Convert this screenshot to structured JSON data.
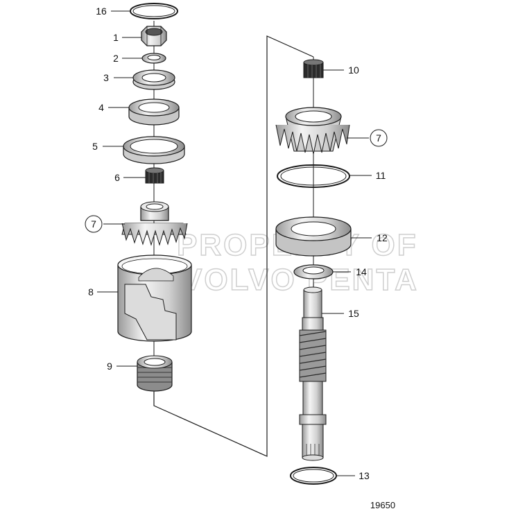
{
  "diagram": {
    "figure_id": "19650",
    "watermark": [
      "PROPERTY OF",
      "VOLVO PENTA"
    ],
    "callouts": {
      "c16": "16",
      "c1": "1",
      "c2": "2",
      "c3": "3",
      "c4": "4",
      "c5": "5",
      "c6": "6",
      "c7a": "7",
      "c8": "8",
      "c9": "9",
      "c10": "10",
      "c7b": "7",
      "c11": "11",
      "c12": "12",
      "c14": "14",
      "c15": "15",
      "c13": "13"
    },
    "colors": {
      "line": "#1a1a1a",
      "part_fill": "#ececec",
      "part_shade": "#bdbdbd",
      "dark_part": "#2b2b2b",
      "watermark": "#cfcfcf"
    }
  }
}
